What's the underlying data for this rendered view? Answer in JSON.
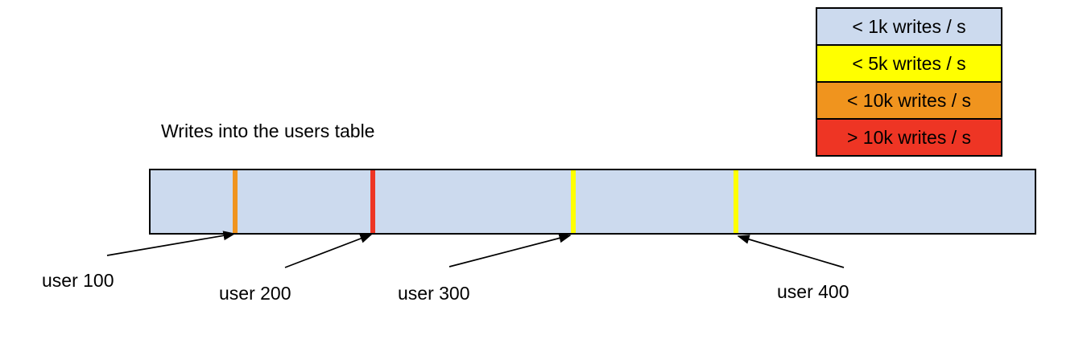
{
  "title": "Writes into the users table",
  "legend": {
    "items": [
      {
        "label": "< 1k writes / s",
        "color": "#ccdaee"
      },
      {
        "label": "< 5k writes / s",
        "color": "#ffff00"
      },
      {
        "label": "< 10k writes / s",
        "color": "#f0941e"
      },
      {
        "label": "> 10k writes / s",
        "color": "#ee3524"
      }
    ]
  },
  "bar": {
    "fill": "#ccdaee",
    "border_color": "#000000",
    "stripes": [
      {
        "user": "user 100",
        "color": "#f0941e",
        "position_pct": 9.6
      },
      {
        "user": "user 200",
        "color": "#ee3524",
        "position_pct": 25.1
      },
      {
        "user": "user 300",
        "color": "#ffff00",
        "position_pct": 47.8
      },
      {
        "user": "user 400",
        "color": "#ffff00",
        "position_pct": 66.2
      }
    ]
  }
}
